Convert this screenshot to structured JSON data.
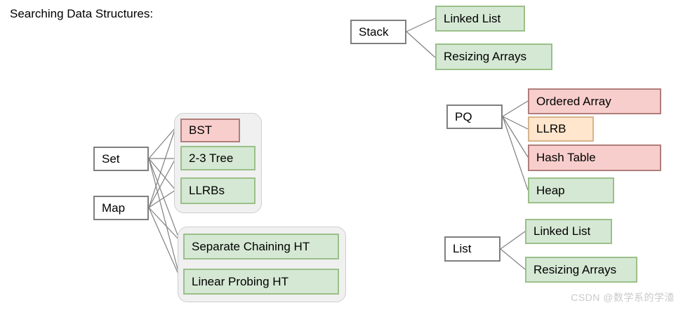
{
  "page": {
    "title": "Searching Data Structures:",
    "watermark": "CSDN @数学系的学渣",
    "background": "#ffffff"
  },
  "colors": {
    "green_fill": "#d5e8d4",
    "green_stroke": "#9ac089",
    "pink_fill": "#f8cecc",
    "pink_stroke": "#b07e7c",
    "orange_fill": "#ffe6cc",
    "orange_stroke": "#d6b48c",
    "root_fill": "#ffffff",
    "root_stroke": "#7f7f7f",
    "group_fill": "#f0f0f0",
    "group_stroke": "#cfcfcf",
    "edge_stroke": "#808080",
    "text": "#000000",
    "watermark_text": "#c9c9c9"
  },
  "diagram": {
    "type": "tree",
    "roots": [
      {
        "id": "set",
        "label": "Set"
      },
      {
        "id": "map",
        "label": "Map"
      },
      {
        "id": "stack",
        "label": "Stack"
      },
      {
        "id": "pq",
        "label": "PQ"
      },
      {
        "id": "list",
        "label": "List"
      }
    ],
    "groups": [
      {
        "id": "trees-group",
        "members": [
          "bst",
          "two-three-tree",
          "llrbs"
        ]
      },
      {
        "id": "hash-group",
        "members": [
          "separate-chaining-ht",
          "linear-probing-ht"
        ]
      }
    ],
    "nodes": [
      {
        "id": "bst",
        "label": "BST",
        "color": "pink"
      },
      {
        "id": "two-three-tree",
        "label": "2-3 Tree",
        "color": "green"
      },
      {
        "id": "llrbs",
        "label": "LLRBs",
        "color": "green"
      },
      {
        "id": "separate-chaining-ht",
        "label": "Separate Chaining HT",
        "color": "green"
      },
      {
        "id": "linear-probing-ht",
        "label": "Linear Probing HT",
        "color": "green"
      },
      {
        "id": "stack-linked-list",
        "label": "Linked List",
        "color": "green"
      },
      {
        "id": "stack-resizing-arrays",
        "label": "Resizing Arrays",
        "color": "green"
      },
      {
        "id": "ordered-array",
        "label": "Ordered Array",
        "color": "pink"
      },
      {
        "id": "llrb",
        "label": "LLRB",
        "color": "orange"
      },
      {
        "id": "hash-table",
        "label": "Hash Table",
        "color": "pink"
      },
      {
        "id": "heap",
        "label": "Heap",
        "color": "green"
      },
      {
        "id": "list-linked-list",
        "label": "Linked List",
        "color": "green"
      },
      {
        "id": "list-resizing-arrays",
        "label": "Resizing Arrays",
        "color": "green"
      }
    ],
    "links": [
      {
        "from": "set",
        "to": "bst"
      },
      {
        "from": "set",
        "to": "two-three-tree"
      },
      {
        "from": "set",
        "to": "llrbs"
      },
      {
        "from": "set",
        "to": "separate-chaining-ht"
      },
      {
        "from": "set",
        "to": "linear-probing-ht"
      },
      {
        "from": "map",
        "to": "bst"
      },
      {
        "from": "map",
        "to": "two-three-tree"
      },
      {
        "from": "map",
        "to": "llrbs"
      },
      {
        "from": "map",
        "to": "separate-chaining-ht"
      },
      {
        "from": "map",
        "to": "linear-probing-ht"
      },
      {
        "from": "stack",
        "to": "stack-linked-list"
      },
      {
        "from": "stack",
        "to": "stack-resizing-arrays"
      },
      {
        "from": "pq",
        "to": "ordered-array"
      },
      {
        "from": "pq",
        "to": "llrb"
      },
      {
        "from": "pq",
        "to": "hash-table"
      },
      {
        "from": "pq",
        "to": "heap"
      },
      {
        "from": "list",
        "to": "list-linked-list"
      },
      {
        "from": "list",
        "to": "list-resizing-arrays"
      }
    ]
  }
}
